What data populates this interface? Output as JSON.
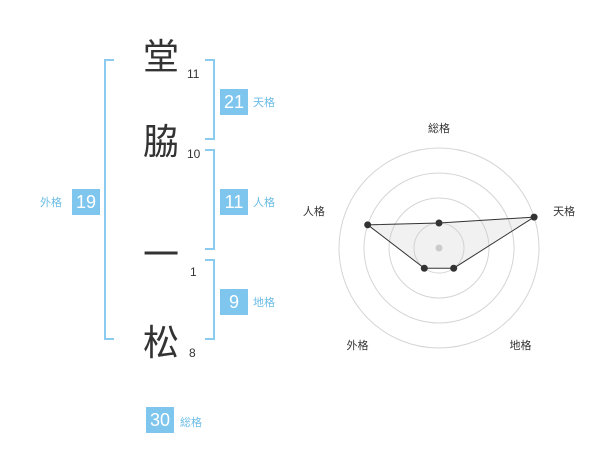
{
  "name_chars": [
    {
      "char": "堂",
      "strokes": "11"
    },
    {
      "char": "脇",
      "strokes": "10"
    },
    {
      "char": "一",
      "strokes": "1"
    },
    {
      "char": "松",
      "strokes": "8"
    }
  ],
  "fortunes": {
    "tenkaku": {
      "label": "天格",
      "value": "21"
    },
    "jinkaku": {
      "label": "人格",
      "value": "11"
    },
    "chikaku": {
      "label": "地格",
      "value": "9"
    },
    "gaikaku": {
      "label": "外格",
      "value": "19"
    },
    "soukaku": {
      "label": "総格",
      "value": "30"
    }
  },
  "colors": {
    "accent": "#7ec6ee",
    "bracket": "#8ccbf0",
    "text": "#333333"
  },
  "chart_data": {
    "type": "radar",
    "axes": [
      "総格",
      "天格",
      "地格",
      "外格",
      "人格"
    ],
    "values": [
      0.25,
      1.0,
      0.25,
      0.25,
      0.75
    ],
    "rings": 4
  }
}
